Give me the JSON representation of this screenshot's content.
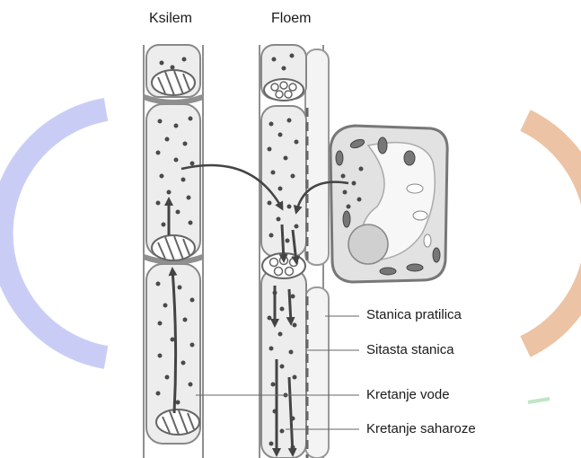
{
  "columns": {
    "xylem": "Ksilem",
    "phloem": "Floem"
  },
  "callouts": [
    "Stanica pratilica",
    "Sitasta stanica",
    "Kretanje vode",
    "Kretanje saharoze"
  ],
  "colors": {
    "ring_left": "#c9cdf6",
    "ring_right": "#ecc3a4",
    "ring_green": "#bfe5c7",
    "cell_wall": "#8f8f8f",
    "cell_fill": "#ededed",
    "dot": "#4a4a4a",
    "arrow": "#444444"
  }
}
